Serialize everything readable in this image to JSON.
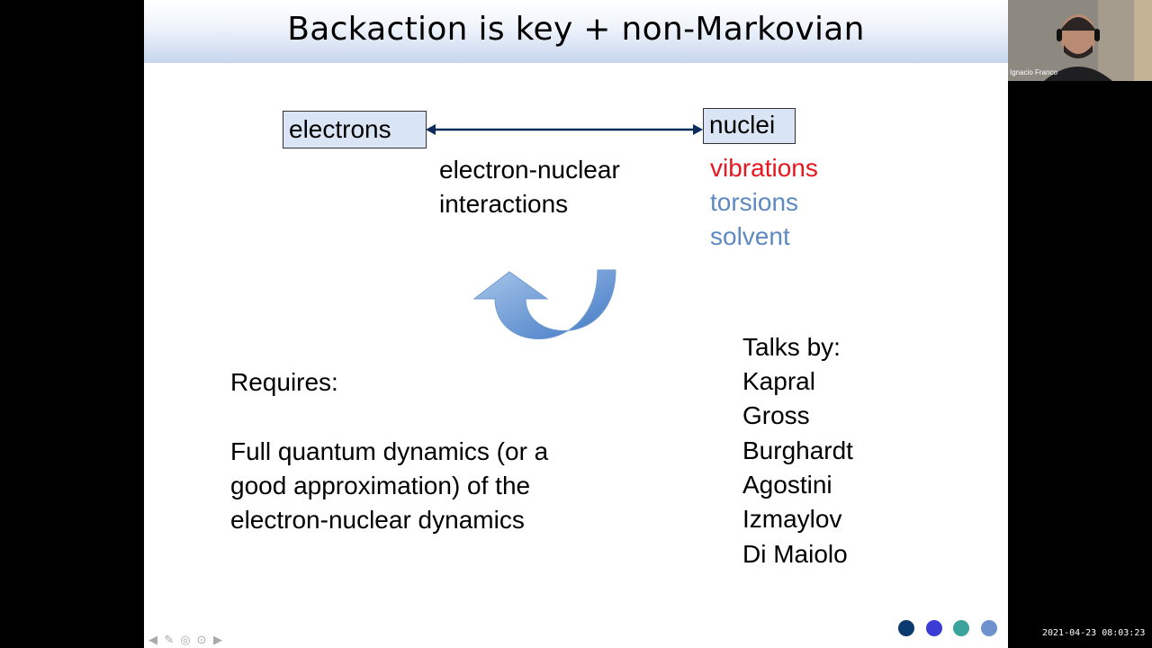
{
  "slide": {
    "title": "Backaction is key + non-Markovian",
    "electrons_label": "electrons",
    "nuclei_label": "nuclei",
    "interaction_lines": [
      "electron-nuclear",
      "interactions"
    ],
    "nuclei_modes": [
      {
        "text": "vibrations",
        "color": "#e8161e"
      },
      {
        "text": "torsions",
        "color": "#5e89c2"
      },
      {
        "text": "solvent",
        "color": "#5e89c2"
      }
    ],
    "requires_heading": "Requires:",
    "requires_lines": [
      "Full quantum dynamics (or a",
      "good approximation) of the",
      "electron-nuclear dynamics"
    ],
    "talks_heading": "Talks by:",
    "speakers": [
      "Kapral",
      "Gross",
      "Burghardt",
      "Agostini",
      "Izmaylov",
      "Di Maiolo"
    ]
  },
  "nav": {
    "icons": [
      "arrow-left-icon",
      "pen-icon",
      "menu-icon",
      "more-icon",
      "arrow-right-icon"
    ]
  },
  "dots": {
    "colors": [
      "#0b3a6e",
      "#3b3bd6",
      "#3aa39a",
      "#6f92cf"
    ]
  },
  "video": {
    "participant_name": "Ignacio Franco"
  },
  "timestamp": "2021-04-23  08:03:23"
}
